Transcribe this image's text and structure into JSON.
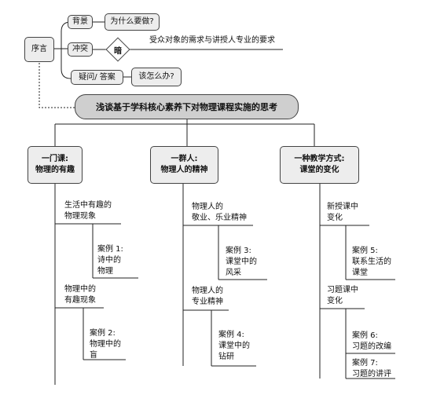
{
  "intro": {
    "root_label": "序言",
    "background_label": "背景",
    "background_text": "为什么要做?",
    "conflict_label": "冲突",
    "conflict_diamond": "暗",
    "conflict_text": "受众对象的需求与讲授人专业的要求",
    "qa_label": "疑问/ 答案",
    "qa_text": "该怎么办?"
  },
  "central_topic": "浅谈基于学科核心素养下对物理课程实施的思考",
  "sections": [
    {
      "title": "一门课:\n物理的有趣",
      "topics": [
        {
          "label": "生活中有趣的\n物理现象",
          "cases": [
            "案例 1:\n诗中的\n物理"
          ]
        },
        {
          "label": "物理中的\n有趣现象",
          "cases": [
            "案例 2:\n物理中的\n盲"
          ]
        }
      ]
    },
    {
      "title": "一群人:\n物理人的精神",
      "topics": [
        {
          "label": "物理人的\n敬业、乐业精神",
          "cases": [
            "案例 3:\n课堂中的\n风采"
          ]
        },
        {
          "label": "物理人的\n专业精神",
          "cases": [
            "案例 4:\n课堂中的\n钻研"
          ]
        }
      ]
    },
    {
      "title": "一种教学方式:\n课堂的变化",
      "topics": [
        {
          "label": "新授课中\n变化",
          "cases": [
            "案例 5:\n联系生活的\n课堂"
          ]
        },
        {
          "label": "习题课中\n变化",
          "cases": [
            "案例 6:\n习题的改编",
            "案例 7:\n习题的讲评"
          ]
        }
      ]
    }
  ]
}
